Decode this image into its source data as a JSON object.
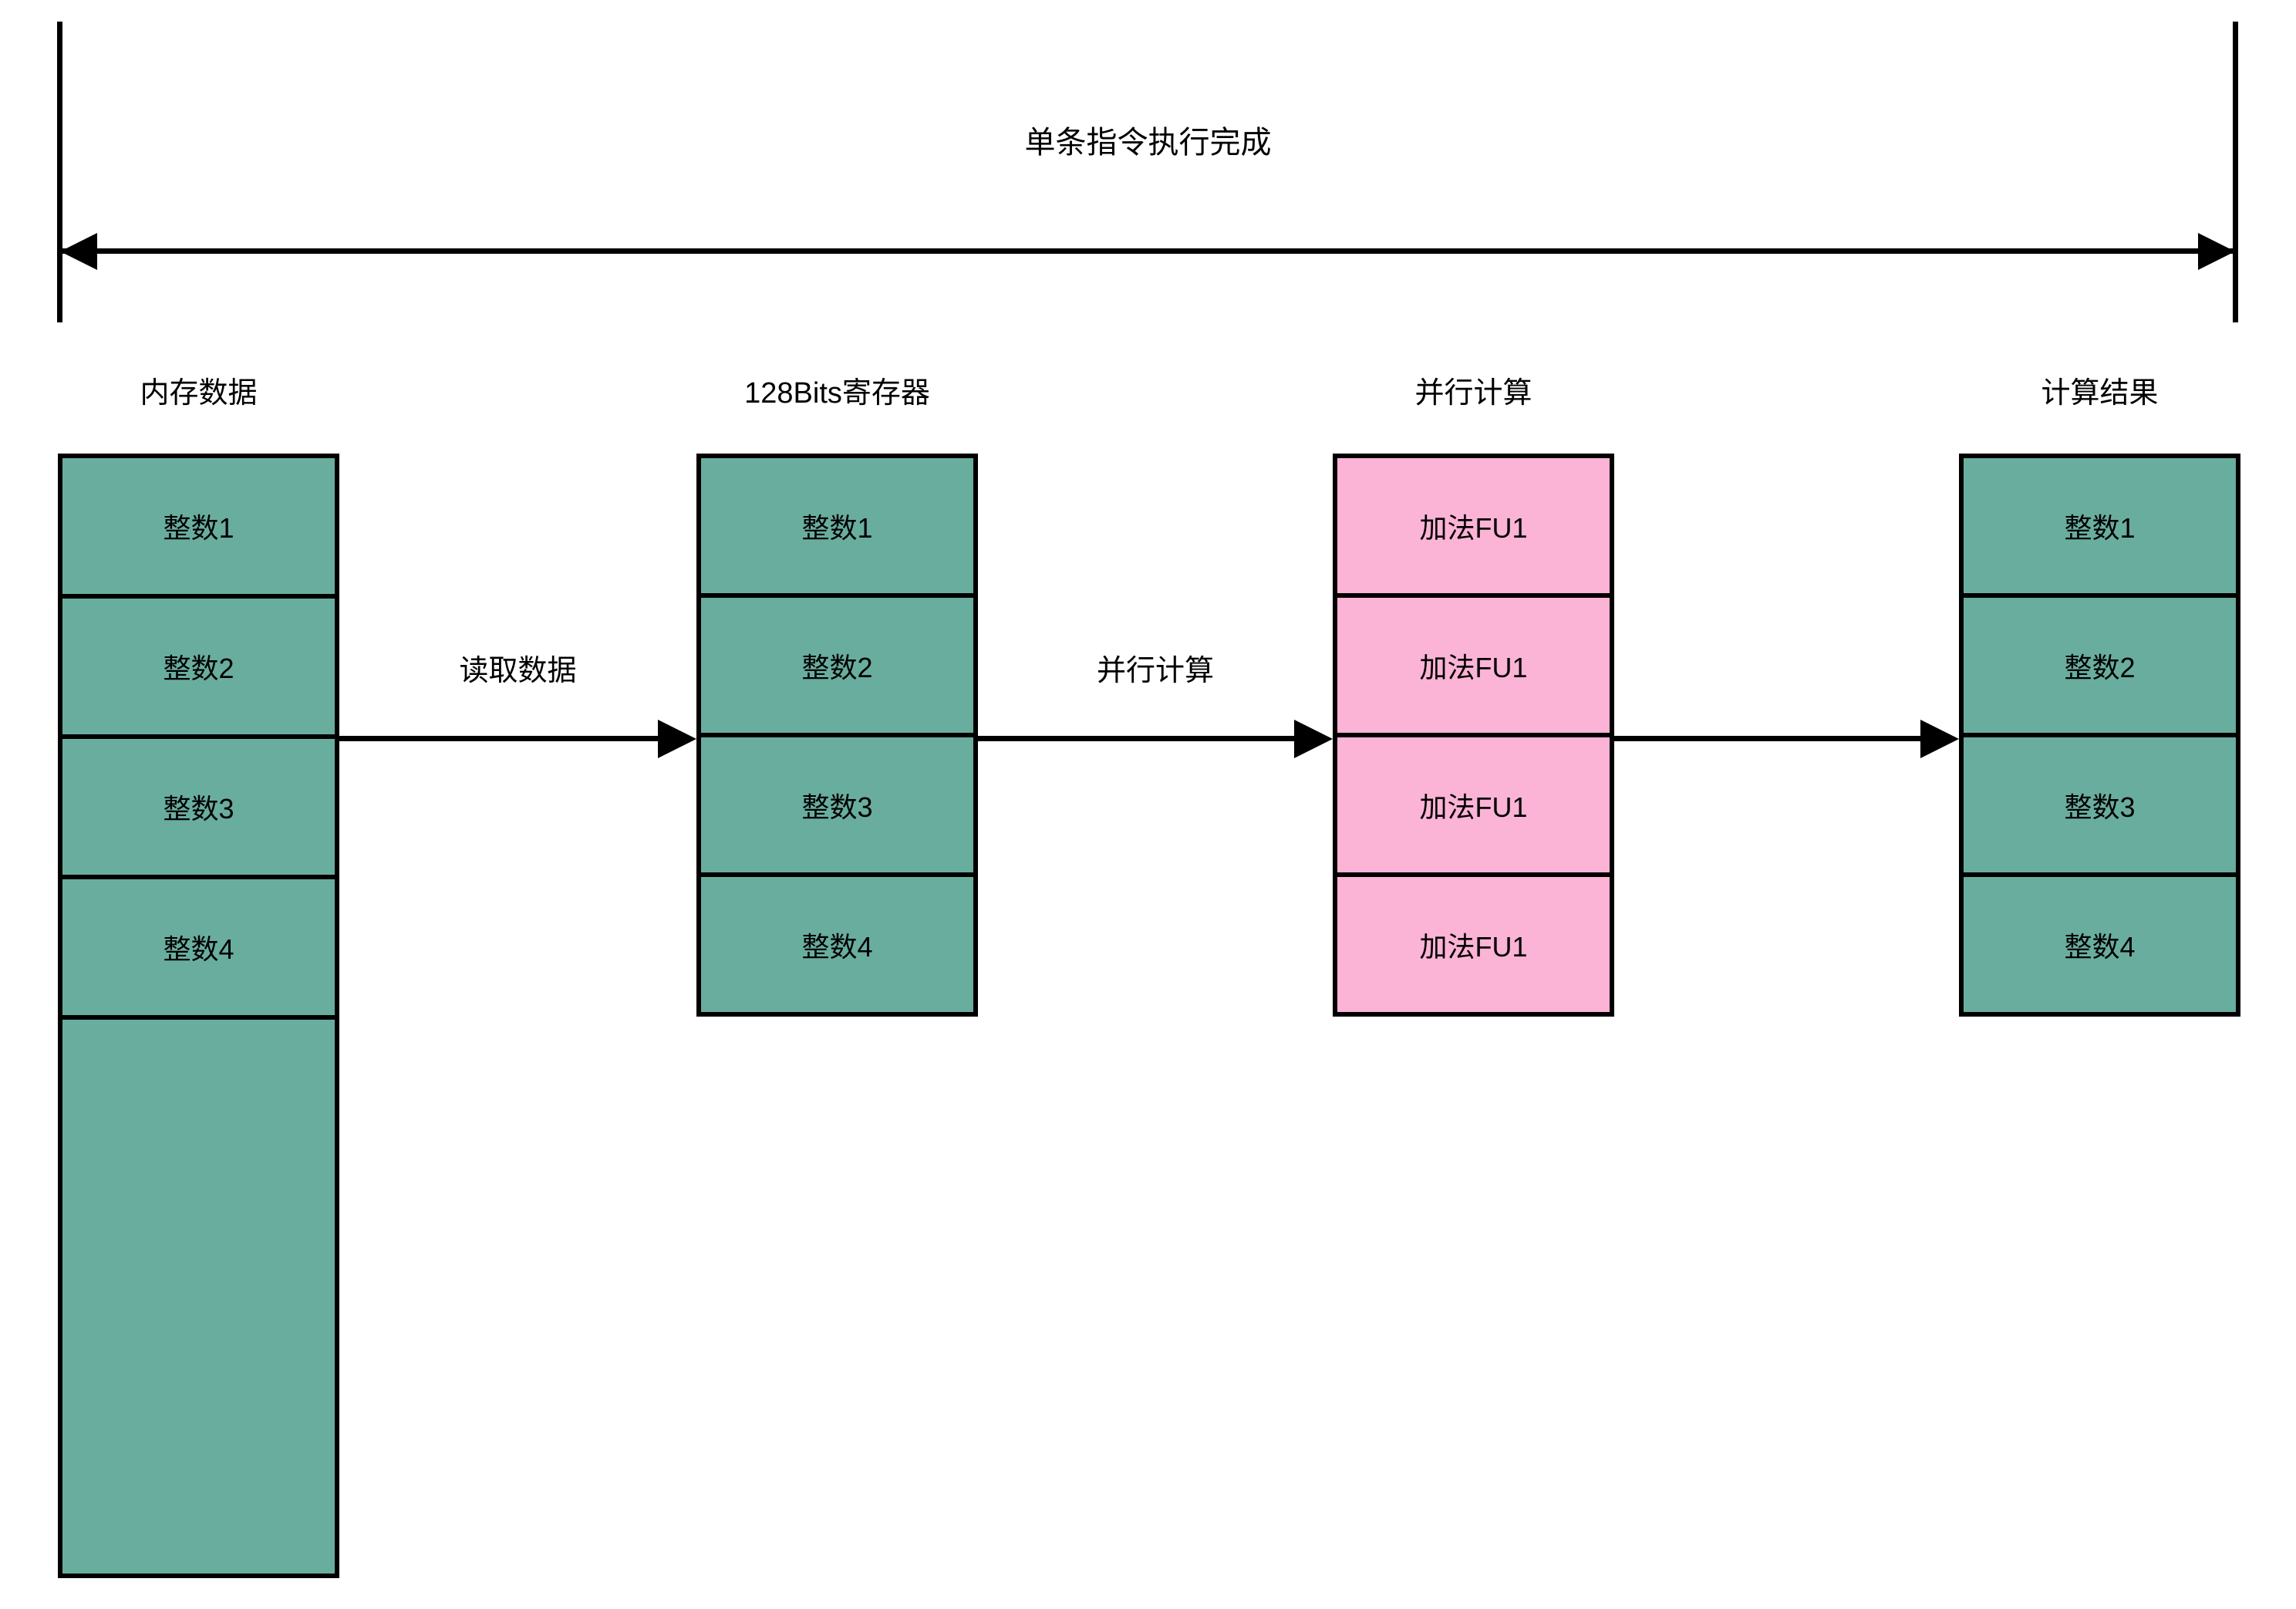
{
  "diagram": {
    "span": {
      "label": "单条指令执行完成",
      "arrow_style": "double-headed"
    },
    "colors": {
      "green": "#69ad9f",
      "pink": "#fbb3d6",
      "stroke": "#000000",
      "background": "#ffffff"
    },
    "columns": [
      {
        "header": "内存数据",
        "fill": "green",
        "cells": [
          "整数1",
          "整数2",
          "整数3",
          "整数4",
          ""
        ]
      },
      {
        "header": "128Bits寄存器",
        "fill": "green",
        "cells": [
          "整数1",
          "整数2",
          "整数3",
          "整数4"
        ]
      },
      {
        "header": "并行计算",
        "fill": "pink",
        "cells": [
          "加法FU1",
          "加法FU1",
          "加法FU1",
          "加法FU1"
        ]
      },
      {
        "header": "计算结果",
        "fill": "green",
        "cells": [
          "整数1",
          "整数2",
          "整数3",
          "整数4"
        ]
      }
    ],
    "flows": [
      {
        "label": "读取数据"
      },
      {
        "label": "并行计算"
      },
      {
        "label": ""
      }
    ]
  }
}
